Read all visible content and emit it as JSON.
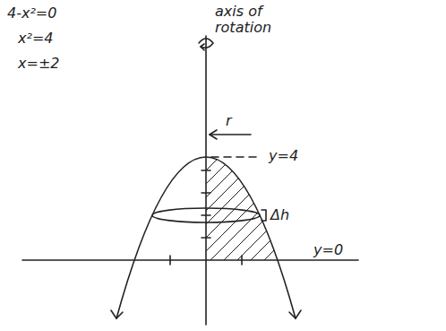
{
  "diagram": {
    "labels": [
      "4-x²=0",
      "x²=4",
      "x=±2",
      "axis of rotation",
      "r",
      "y=4",
      "Δh",
      "y=0"
    ]
  }
}
